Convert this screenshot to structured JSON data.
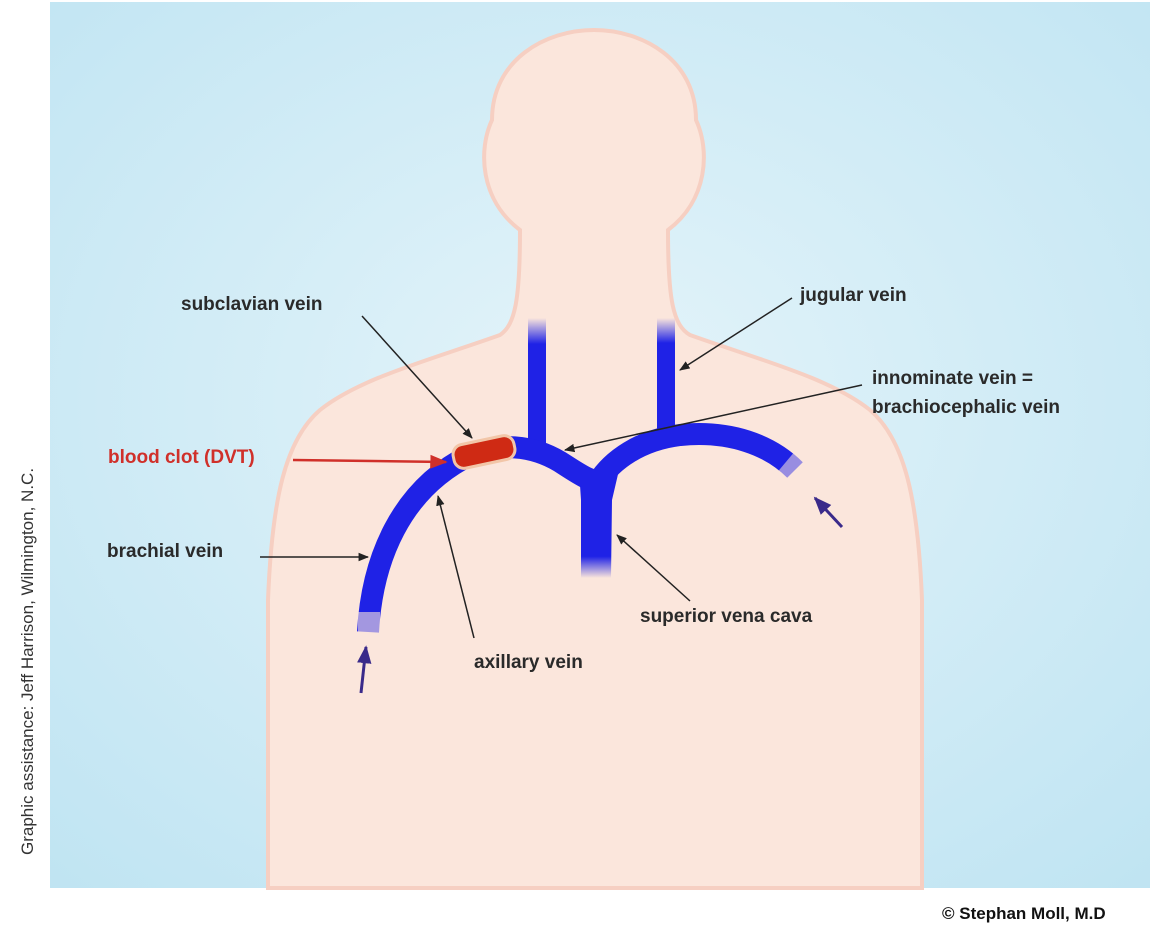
{
  "labels": {
    "subclavian": "subclavian vein",
    "jugular": "jugular vein",
    "innominate_line1": "innominate vein =",
    "innominate_line2": "brachiocephalic vein",
    "blood_clot": "blood clot (DVT)",
    "brachial": "brachial vein",
    "superior_vena_cava": "superior vena cava",
    "axillary": "axillary vein"
  },
  "credits": {
    "graphic_assistance": "Graphic assistance: Jeff Harrison, Wilmington, N.C.",
    "copyright": "© Stephan Moll, M.D"
  },
  "colors": {
    "background": "#c2e6f3",
    "skin": "#fbe6dc",
    "vein": "#1f22e6",
    "clot": "#cf2a14",
    "clot_label": "#d0302a",
    "label_text": "#2a2a2a",
    "flow_arrow": "#3a2a8a"
  }
}
